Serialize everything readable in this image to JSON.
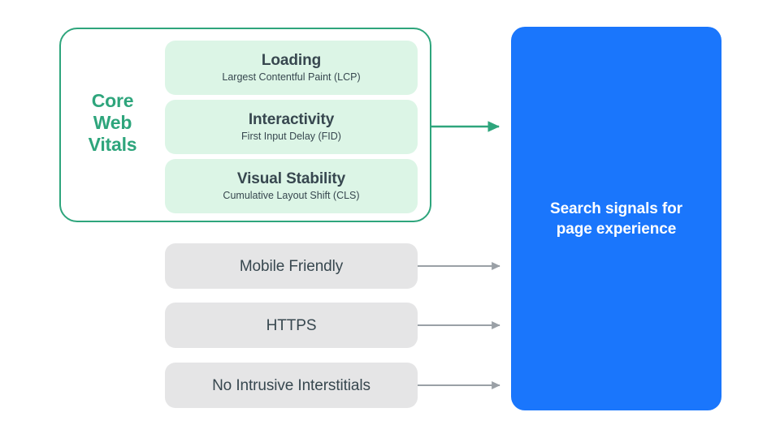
{
  "diagram": {
    "title_group": {
      "label_lines": [
        "Core",
        "Web",
        "Vitals"
      ],
      "accent_color": "#2EA57C"
    },
    "metrics": [
      {
        "title": "Loading",
        "subtitle": "Largest Contentful Paint (LCP)",
        "fill_color": "#DCF5E6"
      },
      {
        "title": "Interactivity",
        "subtitle": "First Input Delay (FID)",
        "fill_color": "#DCF5E6"
      },
      {
        "title": "Visual Stability",
        "subtitle": "Cumulative Layout Shift (CLS)",
        "fill_color": "#DCF5E6"
      }
    ],
    "signals": [
      {
        "title": "Mobile Friendly",
        "fill_color": "#E5E5E6"
      },
      {
        "title": "HTTPS",
        "fill_color": "#E5E5E6"
      },
      {
        "title": "No Intrusive Interstitials",
        "fill_color": "#E5E5E6"
      }
    ],
    "outcome": {
      "text": "Search signals for page experience",
      "fill_color": "#1A76FC",
      "text_color": "#FFFFFF"
    },
    "connectors": {
      "core_web_vitals_arrow_color": "#2EA57C",
      "signal_arrow_color": "#9AA0A6",
      "count": 4
    },
    "colors": {
      "background": "#FFFFFF",
      "text_primary": "#37474F",
      "accent_green": "#2EA57C",
      "accent_blue": "#1A76FC",
      "neutral_gray": "#E5E5E6",
      "arrow_gray": "#9AA0A6"
    }
  }
}
